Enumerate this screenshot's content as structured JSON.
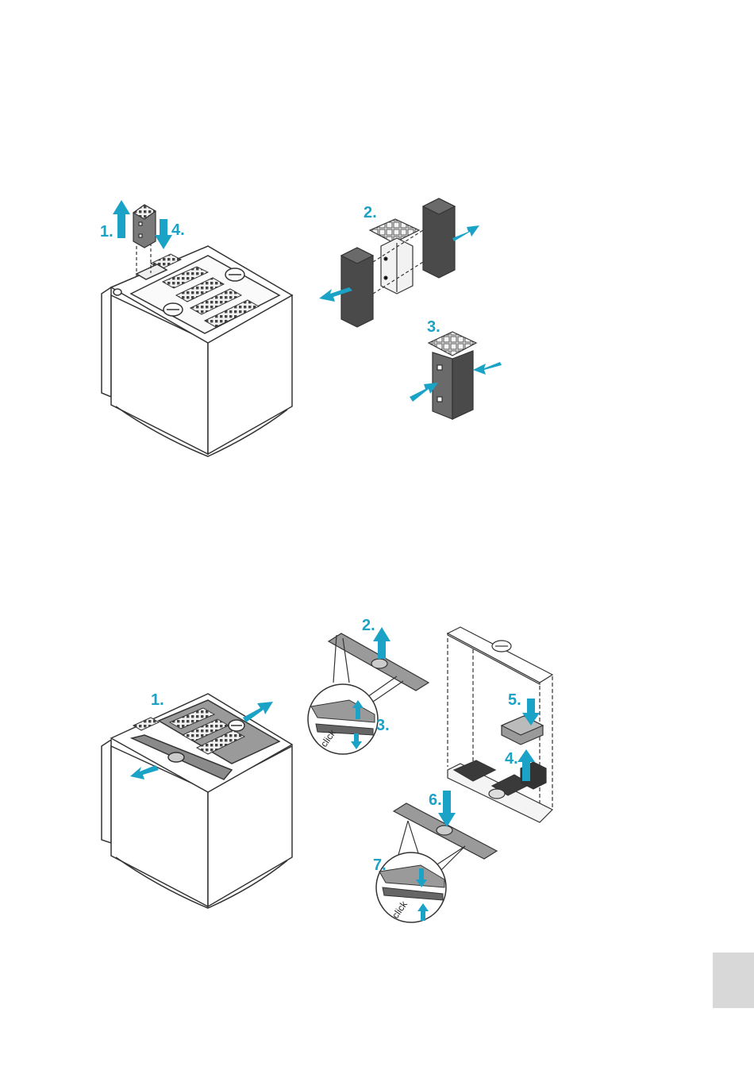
{
  "figure1": {
    "labels": {
      "s1": "1.",
      "s2": "2.",
      "s3": "3.",
      "s4": "4."
    }
  },
  "figure2": {
    "labels": {
      "s1": "1.",
      "s2": "2.",
      "s3": "3.",
      "s4": "4.",
      "s5": "5.",
      "s6": "6.",
      "s7": "7."
    },
    "click_a": "click",
    "click_b": "click"
  },
  "colors": {
    "accent": "#1aa3c7",
    "line": "#333333",
    "dark_filter": "#4a4a4a",
    "light_gray": "#e6e6e6",
    "mid_gray": "#9a9a9a",
    "page_tab": "#d8d8d8"
  }
}
